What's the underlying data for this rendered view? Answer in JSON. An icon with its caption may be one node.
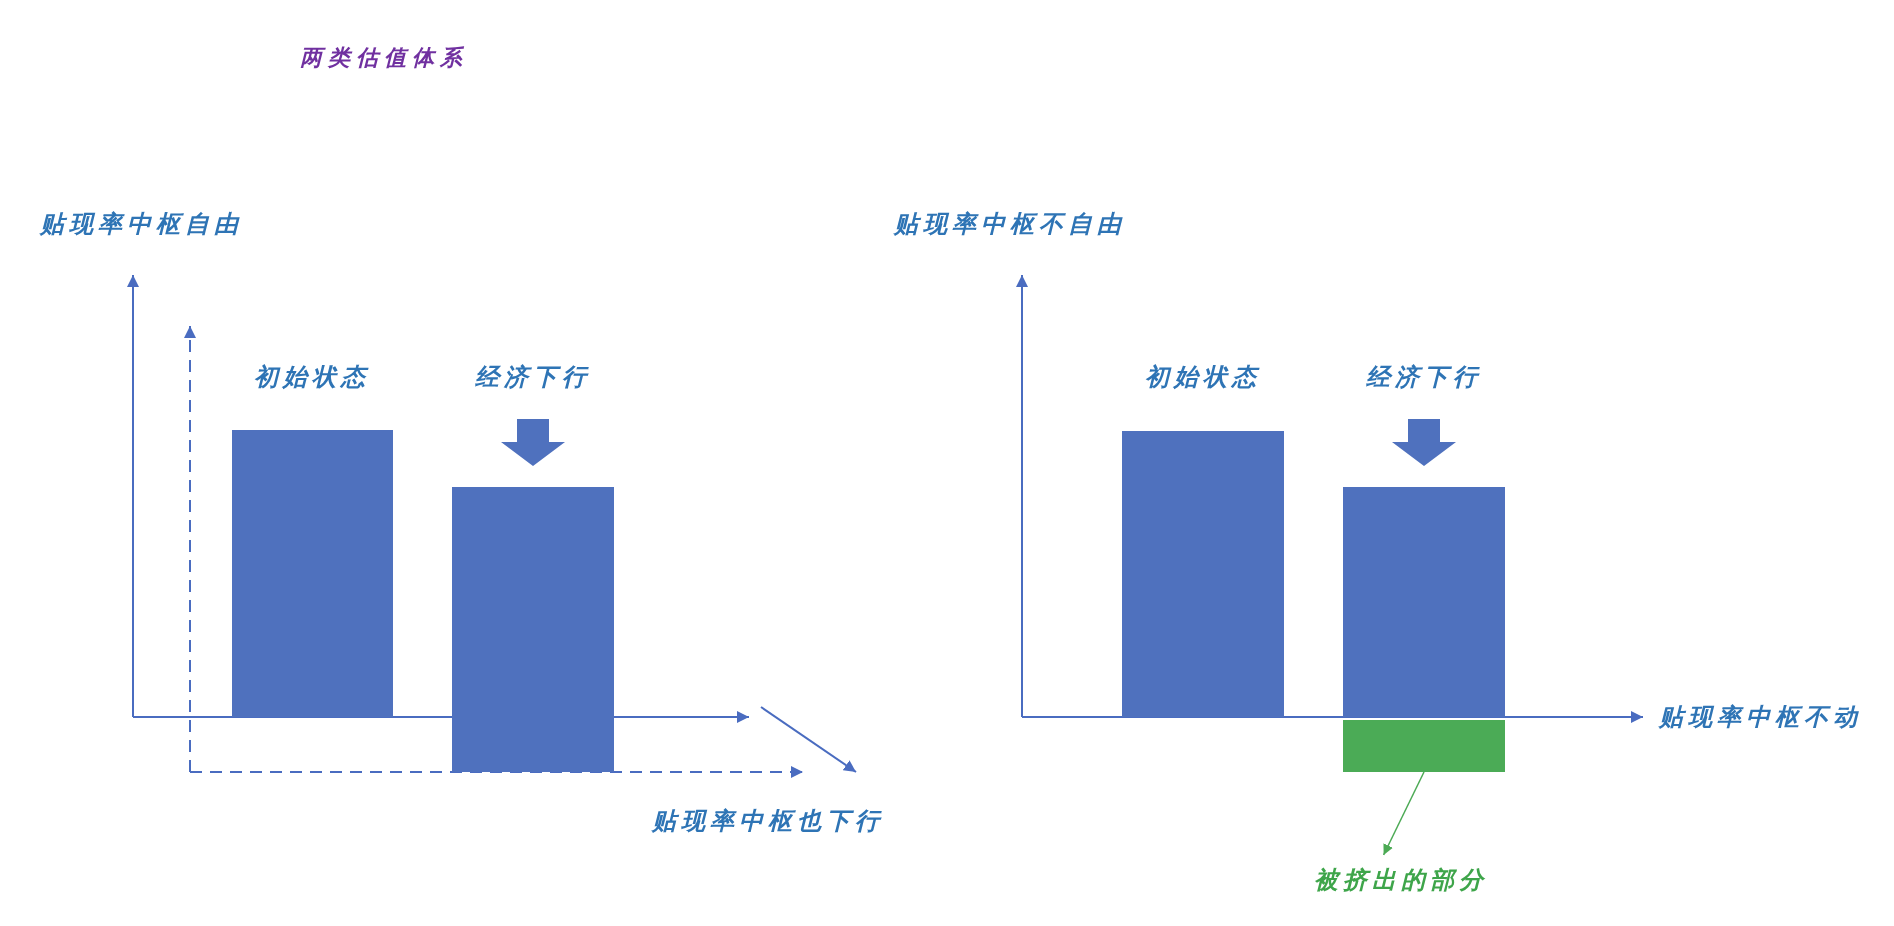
{
  "diagram": {
    "title": "两类估值体系",
    "nodes": [
      {
        "text": [],
        "shape": "bar"
      },
      {
        "text": [],
        "shape": "bar"
      },
      {
        "text": [],
        "shape": "bar"
      },
      {
        "text": [],
        "shape": "bar"
      },
      {
        "text": [],
        "shape": "bar"
      },
      {
        "text": [
          "被挤出的部分"
        ]
      }
    ],
    "edges": [
      {
        "from": 4,
        "to": 5,
        "arrow": "to",
        "color": "#4caa55"
      }
    ],
    "labels": [
      "贴现率中枢自由",
      "初始状态",
      "经济下行",
      "贴现率中枢也下行",
      "贴现率中枢不自由",
      "初始状态",
      "经济下行",
      "贴现率中枢不动"
    ]
  }
}
